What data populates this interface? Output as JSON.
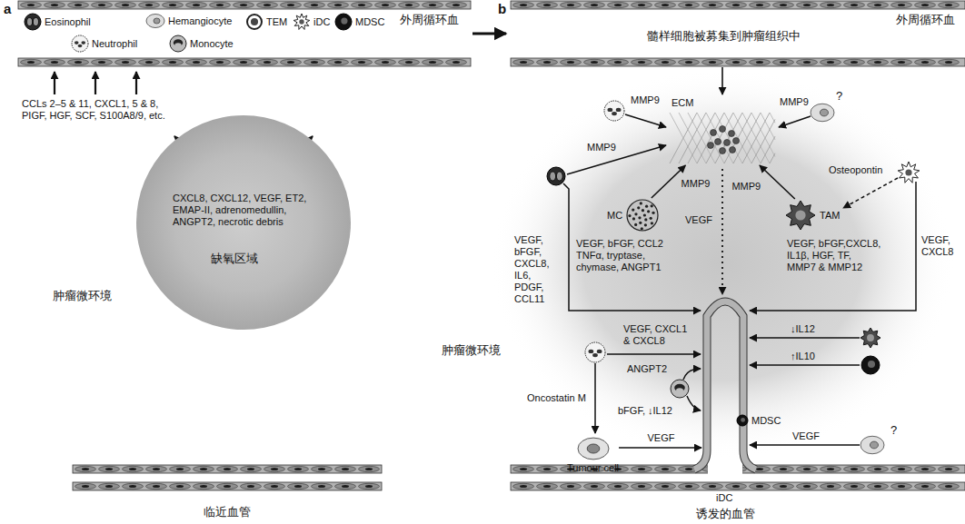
{
  "diagram": {
    "nodes": [
      {
        "text": [
          "外周循环血"
        ]
      },
      {
        "text": [
          "Eosinophil"
        ],
        "in": 0
      },
      {
        "text": [
          "Hemangiocyte"
        ],
        "in": 0
      },
      {
        "text": [
          "TEM"
        ],
        "in": 0
      },
      {
        "text": [
          "iDC"
        ],
        "in": 0
      },
      {
        "text": [
          "MDSC"
        ],
        "in": 0
      },
      {
        "text": [
          "Neutrophil"
        ],
        "in": 0
      },
      {
        "text": [
          "Monocyte"
        ],
        "in": 0
      },
      {
        "text": [
          "CXCL8, CXCL12, VEGF, ET2, EMAP-II, adrenomedullin, ANGPT2, necrotic debris",
          "缺氧区域"
        ]
      },
      {
        "text": [
          "临近血管"
        ]
      },
      {
        "text": [
          "外周循环血",
          "髓样细胞被募集到肿瘤组织中"
        ]
      },
      {
        "text": [
          "ECM"
        ]
      },
      {
        "text": [
          "MC"
        ]
      },
      {
        "text": [
          "TAM"
        ]
      },
      {
        "text": [
          "Tumour cell"
        ]
      },
      {
        "text": [
          "诱发的血管"
        ]
      },
      {
        "text": [
          "MDSC"
        ],
        "in": 15
      }
    ],
    "edges": [
      {
        "from": 10,
        "to": 11,
        "arrow": "to"
      },
      {
        "from": 12,
        "to": 11,
        "label": "MMP9",
        "arrow": "to"
      },
      {
        "from": 13,
        "to": 11,
        "label": "MMP9",
        "arrow": "to"
      },
      {
        "from": 14,
        "to": 15,
        "label": "VEGF",
        "arrow": "to"
      }
    ],
    "labels": [
      "a",
      "CCLs 2–5 & 11, CXCL1, 5 & 8, PIGF, HGF, SCF, S100A8/9, etc.",
      "肿瘤微环境",
      "b",
      "MMP9",
      "?",
      "MMP9",
      "MMP9",
      "Osteopontin",
      "VEGF, bFGF, CXCL8, IL6, PDGF, CCL11",
      "VEGF, bFGF, CCL2 TNFα, tryptase, chymase, ANGPT1",
      "VEGF",
      "VEGF, bFGF,CXCL8, IL1β, HGF, TF, MMP7 & MMP12",
      "VEGF, CXCL8",
      "肿瘤微环境",
      "VEGF, CXCL1 & CXCL8",
      "ANGPT2",
      "↓IL12",
      "↑IL10",
      "Oncostatin M",
      "bFGF, ↓IL12",
      "VEGF",
      "?",
      "iDC"
    ]
  }
}
